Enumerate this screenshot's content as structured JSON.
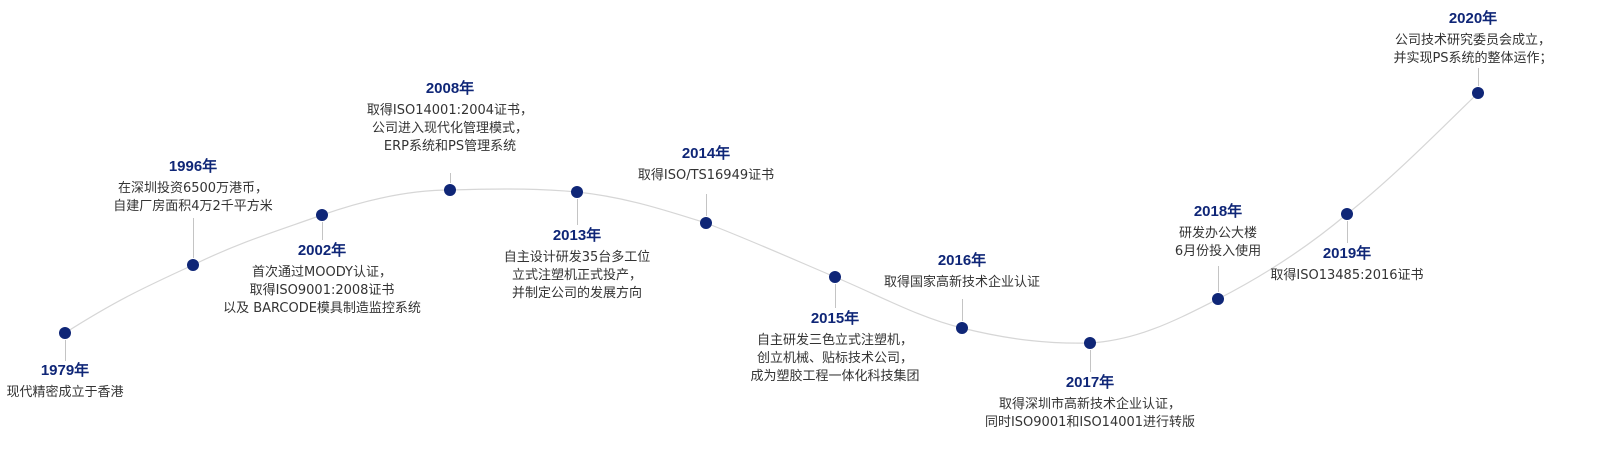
{
  "colors": {
    "dot": "#0f2677",
    "year": "#0f2677",
    "text": "#333333",
    "curve": "#d6d6d6",
    "stem": "#c4c4c4"
  },
  "events": [
    {
      "year": "1979年",
      "lines": [
        "现代精密成立于香港"
      ]
    },
    {
      "year": "1996年",
      "lines": [
        "在深圳投资6500万港币，",
        "自建厂房面积4万2千平方米"
      ]
    },
    {
      "year": "2002年",
      "lines": [
        "首次通过MOODY认证，",
        "取得ISO9001:2008证书",
        "以及 BARCODE模具制造监控系统"
      ]
    },
    {
      "year": "2008年",
      "lines": [
        "取得ISO14001:2004证书，",
        "公司进入现代化管理模式，",
        "ERP系统和PS管理系统"
      ]
    },
    {
      "year": "2013年",
      "lines": [
        "自主设计研发35台多工位",
        "立式注塑机正式投产，",
        "并制定公司的发展方向"
      ]
    },
    {
      "year": "2014年",
      "lines": [
        "取得ISO/TS16949证书"
      ]
    },
    {
      "year": "2015年",
      "lines": [
        "自主研发三色立式注塑机，",
        "创立机械、贴标技术公司，",
        "成为塑胶工程一体化科技集团"
      ]
    },
    {
      "year": "2016年",
      "lines": [
        "取得国家高新技术企业认证"
      ]
    },
    {
      "year": "2017年",
      "lines": [
        "取得深圳市高新技术企业认证，",
        "同时ISO9001和ISO14001进行转版"
      ]
    },
    {
      "year": "2018年",
      "lines": [
        "研发办公大楼",
        "6月份投入使用"
      ]
    },
    {
      "year": "2019年",
      "lines": [
        "取得ISO13485:2016证书"
      ]
    },
    {
      "year": "2020年",
      "lines": [
        "公司技术研究委员会成立，",
        "并实现PS系统的整体运作；"
      ]
    }
  ]
}
